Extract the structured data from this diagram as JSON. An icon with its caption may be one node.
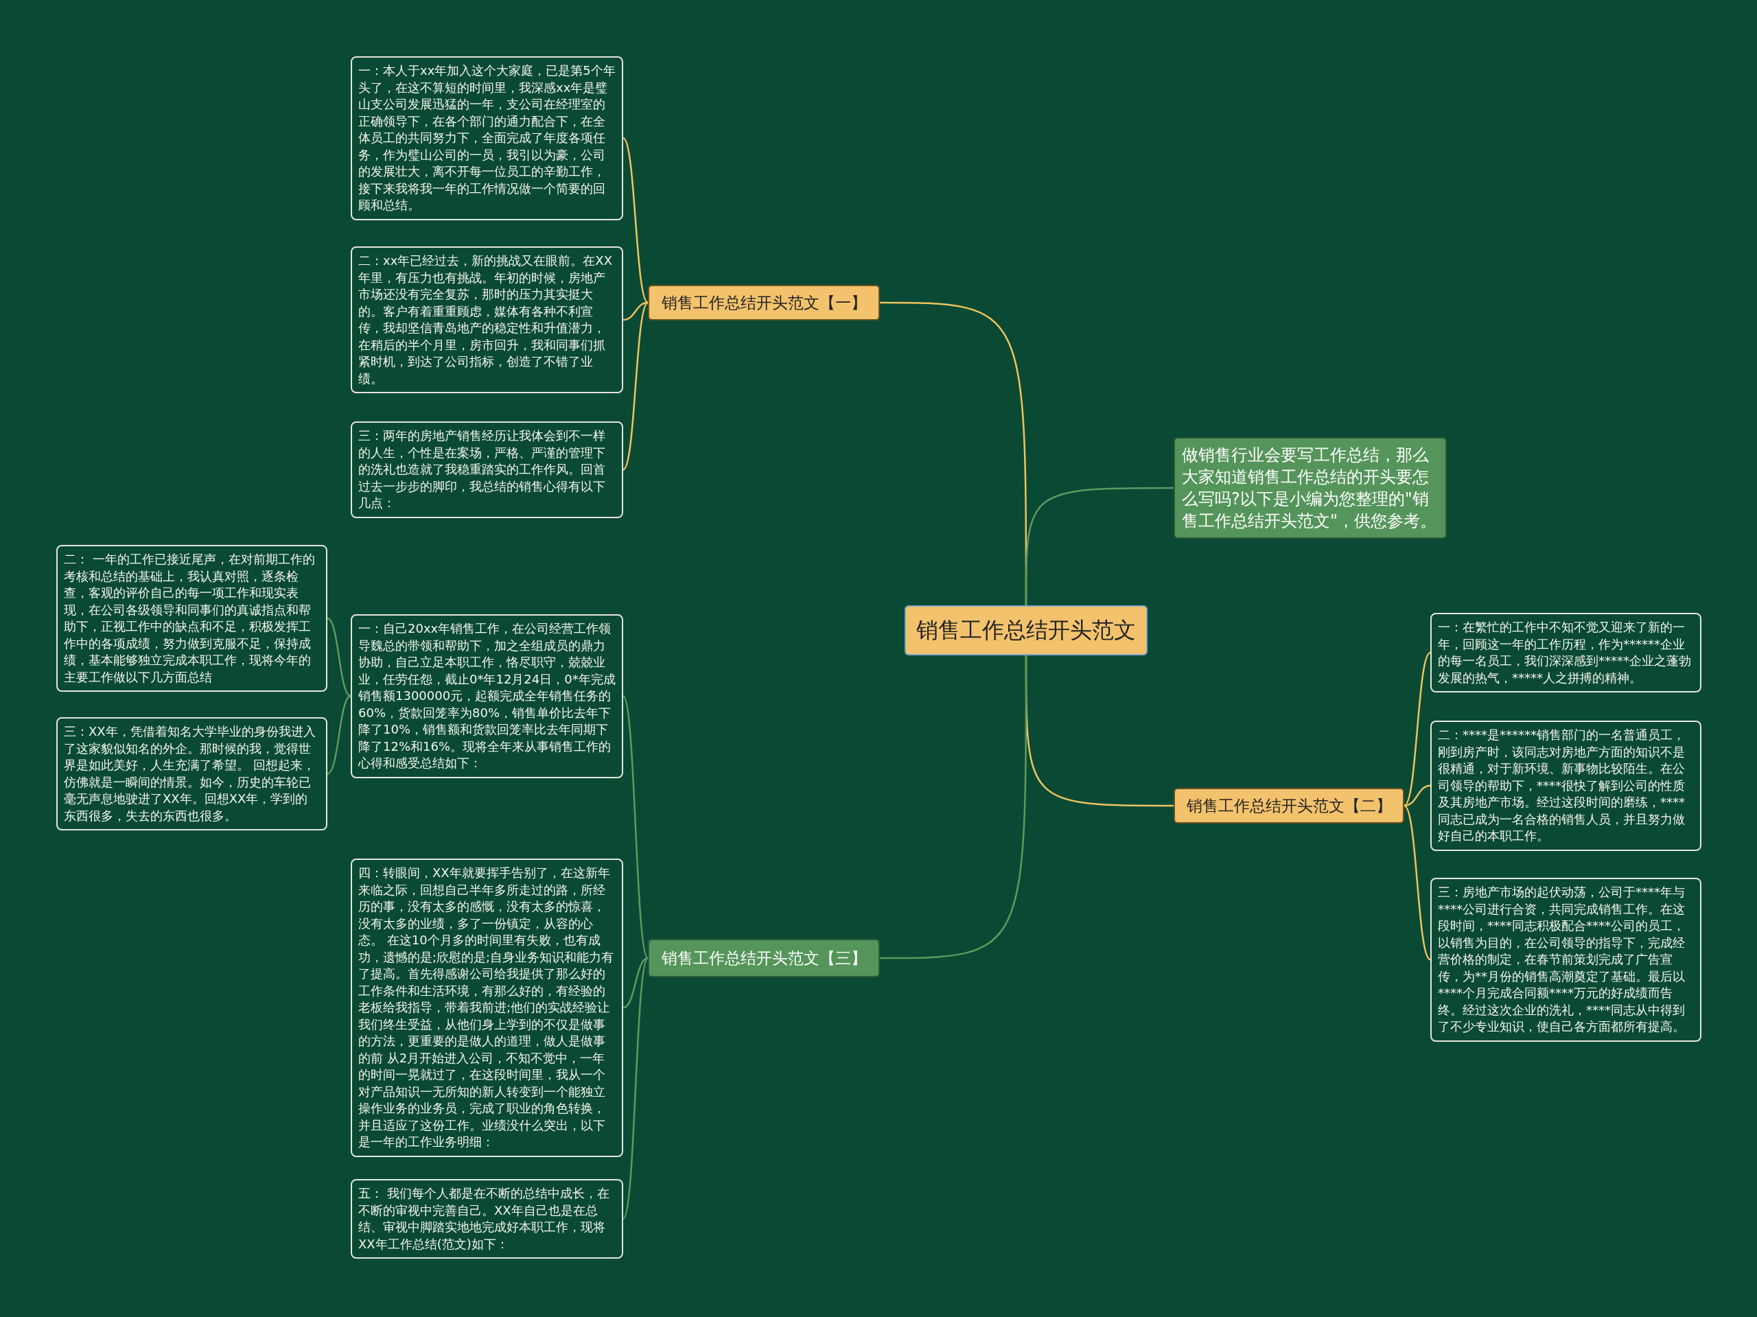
{
  "diagram": {
    "nodes": [
      {
        "text": [
          "销售工作总结开头范文"
        ]
      },
      {
        "text": [
          "销售工作总结开头范文【一】"
        ]
      },
      {
        "text": [
          "一：本人于xx年加入这个大家庭，已是第5个年头了，在这不算短的时间里，我深感xx年是璧山支公司发展迅猛的一年，支公司在经理室的正确领导下，在各个部门的通力配合下，在全体员工的共同努力下，全面完成了年度各项任务，作为璧山公司的一员，我引以为豪，公司的发展壮大，离不开每一位员工的辛勤工作，接下来我将我一年的工作情况做一个简要的回顾和总结。"
        ]
      },
      {
        "text": [
          "二：xx年已经过去，新的挑战又在眼前。在XX年里，有压力也有挑战。年初的时候，房地产市场还没有完全复苏，那时的压力其实挺大的。客户有着重重顾虑，媒体有各种不利宣传，我却坚信青岛地产的稳定性和升值潜力，在稍后的半个月里，房市回升，我和同事们抓紧时机，到达了公司指标，创造了不错了业绩。"
        ]
      },
      {
        "text": [
          "三：两年的房地产销售经历让我体会到不一样的人生，个性是在案场，严格、严谨的管理下的洗礼也造就了我稳重踏实的工作作风。回首过去一步步的脚印，我总结的销售心得有以下几点："
        ]
      },
      {
        "text": [
          "做销售行业会要写工作总结，那么大家知道销售工作总结的开头要怎么写吗?以下是小编为您整理的\"销售工作总结开头范文\"，供您参考。"
        ]
      },
      {
        "text": [
          "销售工作总结开头范文【二】"
        ]
      },
      {
        "text": [
          "一：在繁忙的工作中不知不觉又迎来了新的一年，回顾这一年的工作历程，作为******企业的每一名员工，我们深深感到*****企业之蓬勃发展的热气，*****人之拼搏的精神。"
        ]
      },
      {
        "text": [
          "二：****是******销售部门的一名普通员工，刚到房产时，该同志对房地产方面的知识不是很精通，对于新环境、新事物比较陌生。在公司领导的帮助下，****很快了解到公司的性质及其房地产市场。经过这段时间的磨练，****同志已成为一名合格的销售人员，并且努力做好自己的本职工作。"
        ]
      },
      {
        "text": [
          "三：房地产市场的起伏动荡，公司于****年与****公司进行合资，共同完成销售工作。在这段时间，****同志积极配合****公司的员工，以销售为目的，在公司领导的指导下，完成经营价格的制定，在春节前策划完成了广告宣传，为**月份的销售高潮奠定了基础。最后以****个月完成合同额****万元的好成绩而告终。经过这次企业的洗礼，****同志从中得到了不少专业知识，使自己各方面都所有提高。"
        ]
      },
      {
        "text": [
          "销售工作总结开头范文【三】"
        ]
      },
      {
        "text": [
          "一：自己20xx年销售工作，在公司经营工作领导魏总的带领和帮助下，加之全组成员的鼎力协助，自己立足本职工作，恪尽职守，兢兢业业，任劳任怨，截止0*年12月24日，0*年完成销售额1300000元，起额完成全年销售任务的60%，货款回笼率为80%，销售单价比去年下降了10%，销售额和货款回笼率比去年同期下降了12%和16%。现将全年来从事销售工作的心得和感受总结如下："
        ]
      },
      {
        "text": [
          "二： 一年的工作已接近尾声，在对前期工作的考核和总结的基础上，我认真对照，逐条检查，客观的评价自己的每一项工作和现实表现，在公司各级领导和同事们的真诚指点和帮助下，正视工作中的缺点和不足，积极发挥工作中的各项成绩，努力做到克服不足，保持成绩，基本能够独立完成本职工作，现将今年的主要工作做以下几方面总结"
        ]
      },
      {
        "text": [
          "三：XX年，凭借着知名大学毕业的身份我进入了这家貌似知名的外企。那时候的我，觉得世界是如此美好，人生充满了希望。 回想起来，仿佛就是一瞬间的情景。如今，历史的车轮已毫无声息地驶进了XX年。回想XX年，学到的东西很多，失去的东西也很多。"
        ]
      },
      {
        "text": [
          "四：转眼间，XX年就要挥手告别了，在这新年来临之际，回想自己半年多所走过的路，所经历的事，没有太多的感慨，没有太多的惊喜，没有太多的业绩，多了一份镇定，从容的心态。 在这10个月多的时间里有失败，也有成功，遗憾的是;欣慰的是;自身业务知识和能力有了提高。首先得感谢公司给我提供了那么好的工作条件和生活环境，有那么好的，有经验的老板给我指导，带着我前进;他们的实战经验让我们终生受益，从他们身上学到的不仅是做事的方法，更重要的是做人的道理，做人是做事的前 从2月开始进入公司，不知不觉中，一年的时间一晃就过了，在这段时间里，我从一个对产品知识一无所知的新人转变到一个能独立操作业务的业务员，完成了职业的角色转换，并且适应了这份工作。业绩没什么突出，以下是一年的工作业务明细："
        ]
      },
      {
        "text": [
          "五： 我们每个人都是在不断的总结中成长，在不断的审视中完善自己。XX年自己也是在总结、审视中脚踏实地地完成好本职工作，现将XX年工作总结(范文)如下："
        ]
      }
    ],
    "edges": [
      {
        "from": 0,
        "to": 1,
        "arrow": "none"
      },
      {
        "from": 1,
        "to": 2,
        "arrow": "none"
      },
      {
        "from": 1,
        "to": 3,
        "arrow": "none"
      },
      {
        "from": 1,
        "to": 4,
        "arrow": "none"
      },
      {
        "from": 0,
        "to": 5,
        "arrow": "none",
        "color": "#5f9a5f"
      },
      {
        "from": 0,
        "to": 6,
        "arrow": "none"
      },
      {
        "from": 6,
        "to": 7,
        "arrow": "none"
      },
      {
        "from": 6,
        "to": 8,
        "arrow": "none"
      },
      {
        "from": 6,
        "to": 9,
        "arrow": "none"
      },
      {
        "from": 0,
        "to": 10,
        "arrow": "none",
        "color": "#5f9a5f"
      },
      {
        "from": 10,
        "to": 11,
        "arrow": "none",
        "color": "#5f9a5f"
      },
      {
        "from": 11,
        "to": 12,
        "arrow": "none",
        "color": "#5f9a5f"
      },
      {
        "from": 11,
        "to": 13,
        "arrow": "none",
        "color": "#5f9a5f"
      },
      {
        "from": 10,
        "to": 14,
        "arrow": "none",
        "color": "#5f9a5f"
      },
      {
        "from": 10,
        "to": 15,
        "arrow": "none",
        "color": "#5f9a5f"
      }
    ]
  }
}
